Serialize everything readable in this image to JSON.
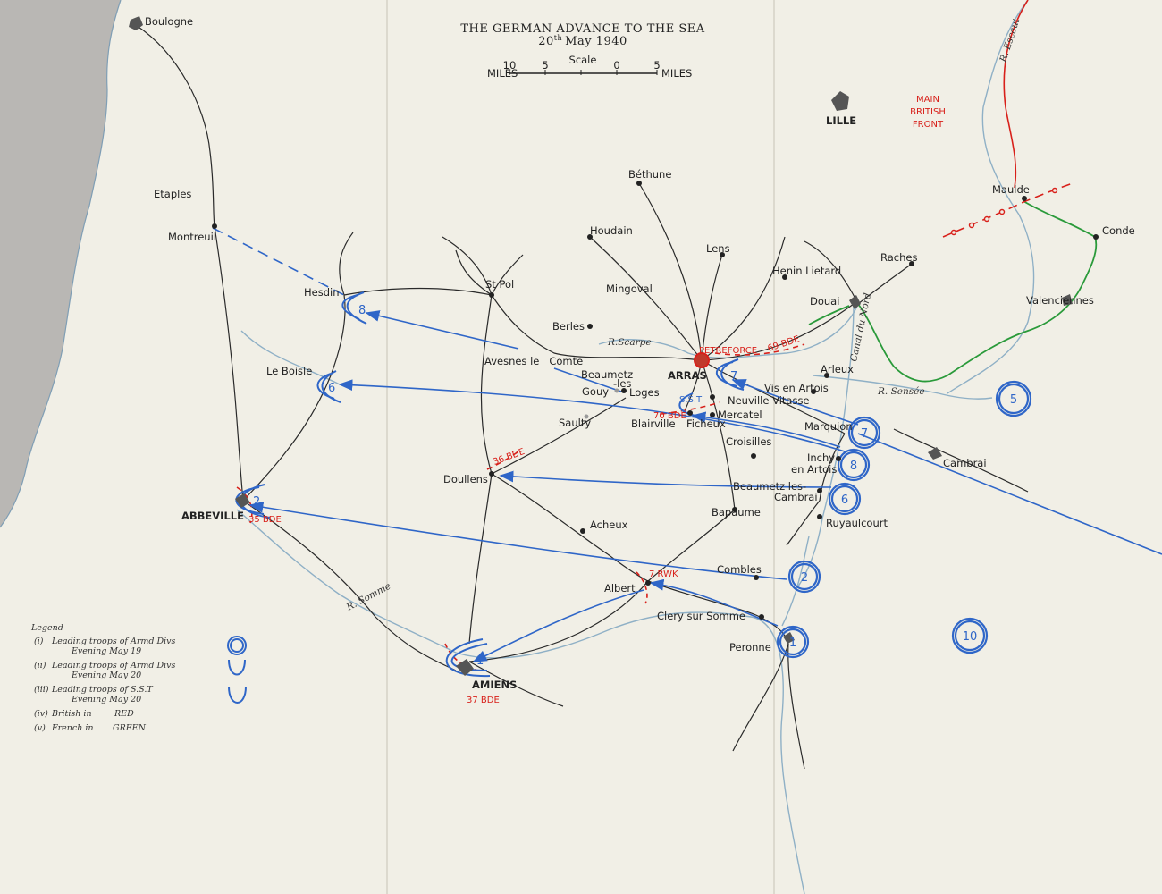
{
  "map": {
    "title": "THE GERMAN ADVANCE TO THE SEA",
    "date_day": "20",
    "date_suffix": "th",
    "date_rest": "May 1940",
    "scale": {
      "label": "Scale",
      "ticks": [
        "10",
        "5",
        "0",
        "5"
      ],
      "unit_left": "MILES",
      "unit_right": "MILES"
    },
    "front_label": {
      "line1": "MAIN",
      "line2": "BRITISH",
      "line3": "FRONT"
    },
    "places": {
      "boulogne": "Boulogne",
      "etaples": "Etaples",
      "montreuil": "Montreuil",
      "hesdin": "Hesdin",
      "le_boisle": "Le Boisle",
      "abbeville": "ABBEVILLE",
      "amiens": "AMIENS",
      "st_pol": "St Pol",
      "bethune": "Béthune",
      "houdain": "Houdain",
      "mingoval": "Mingoval",
      "berles": "Berles",
      "lens": "Lens",
      "henin_lietard": "Henin Lietard",
      "lille": "LILLE",
      "raches": "Raches",
      "douai": "Douai",
      "maulde": "Maulde",
      "conde": "Conde",
      "valenciennes": "Valenciennes",
      "arras": "ARRAS",
      "avesnes": "Avesnes le   Comte",
      "beaumetz_1": "Beaumetz",
      "beaumetz_2": "-les",
      "beaumetz_3": "Loges",
      "gouy": "Gouy",
      "saulty": "Saulty",
      "blairville": "Blairville",
      "ficheux": "Ficheux",
      "mercatel": "Mercatel",
      "neuville": "Neuville Vitasse",
      "croisilles": "Croisilles",
      "arleux": "Arleux",
      "vis_en_artois": "Vis en Artois",
      "marquion": "Marquion",
      "inchy_1": "Inchy",
      "inchy_2": "en Artois",
      "cambrai": "Cambrai",
      "beaumetz_cambrai_1": "Beaumetz les-",
      "beaumetz_cambrai_2": "Cambrai",
      "ruyaulcourt": "Ruyaulcourt",
      "doullens": "Doullens",
      "acheux": "Acheux",
      "bapaume": "Bapaume",
      "combles": "Combles",
      "albert": "Albert",
      "clery": "Clery sur Somme",
      "peronne": "Peronne"
    },
    "rivers": {
      "scarpe": "R.Scarpe",
      "somme": "R. Somme",
      "escaut": "R. Escaut",
      "sensee": "R. Sensée",
      "canal": "Canal du Nord"
    },
    "units_red": {
      "petreforce": "PETREFORCE",
      "bde_69": "69 BDE",
      "bde_70": "70 BDE",
      "bde_36": "36 BDE",
      "bde_35": "35 BDE",
      "rwk_7": "7 RWK",
      "bde_37": "37 BDE"
    },
    "units_blue": {
      "sst": "S.S.T"
    },
    "divisions": {
      "d5": "5",
      "d10": "10",
      "d7_east": "7",
      "d8_east": "8",
      "d6_east": "6",
      "d2_east": "2",
      "d1_east": "1",
      "d8_hesdin": "8",
      "d6_boisle": "6",
      "d7_arras": "7",
      "d2_abbeville": "2",
      "d1_amiens": "1"
    },
    "legend": {
      "heading": "Legend",
      "item1_num": "(i)",
      "item1_a": "Leading troops of Armd Divs",
      "item1_b": "Evening May 19",
      "item2_num": "(ii)",
      "item2_a": "Leading troops of Armd Divs",
      "item2_b": "Evening May 20",
      "item3_num": "(iii)",
      "item3_a": "Leading troops of S.S.T",
      "item3_b": "Evening May 20",
      "item4_num": "(iv)",
      "item4_a": "British in",
      "item4_b": "RED",
      "item5_num": "(v)",
      "item5_a": "French in",
      "item5_b": "GREEN"
    },
    "colors": {
      "paper": "#f1efe6",
      "sea": "#b9b7b4",
      "road": "#2a2a2a",
      "river": "#8fb0c6",
      "blue": "#2f66c8",
      "red": "#d8201a",
      "green": "#2a9a3a"
    }
  }
}
